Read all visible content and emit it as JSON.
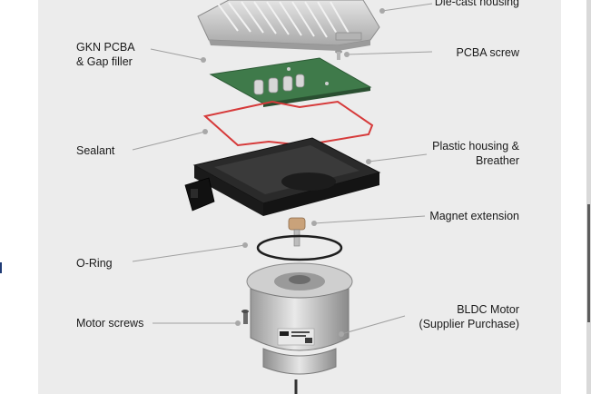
{
  "labels": {
    "die_cast_housing": "Die-cast housing",
    "gkn_pcba_line1": "GKN PCBA",
    "gkn_pcba_line2": "& Gap filler",
    "pcba_screw": "PCBA screw",
    "sealant": "Sealant",
    "plastic_housing_line1": "Plastic housing &",
    "plastic_housing_line2": "Breather",
    "magnet_extension": "Magnet extension",
    "o_ring": "O-Ring",
    "motor_screws": "Motor screws",
    "bldc_motor_line1": "BLDC Motor",
    "bldc_motor_line2": "(Supplier Purchase)"
  },
  "colors": {
    "panel_background": "#ececec",
    "pcb_green": "#3f7a4a",
    "sealant_red": "#d63a3a",
    "plastic_black": "#1e1e1e",
    "aluminium": "#c9c9c9",
    "leader_line": "#a0a0a0"
  }
}
